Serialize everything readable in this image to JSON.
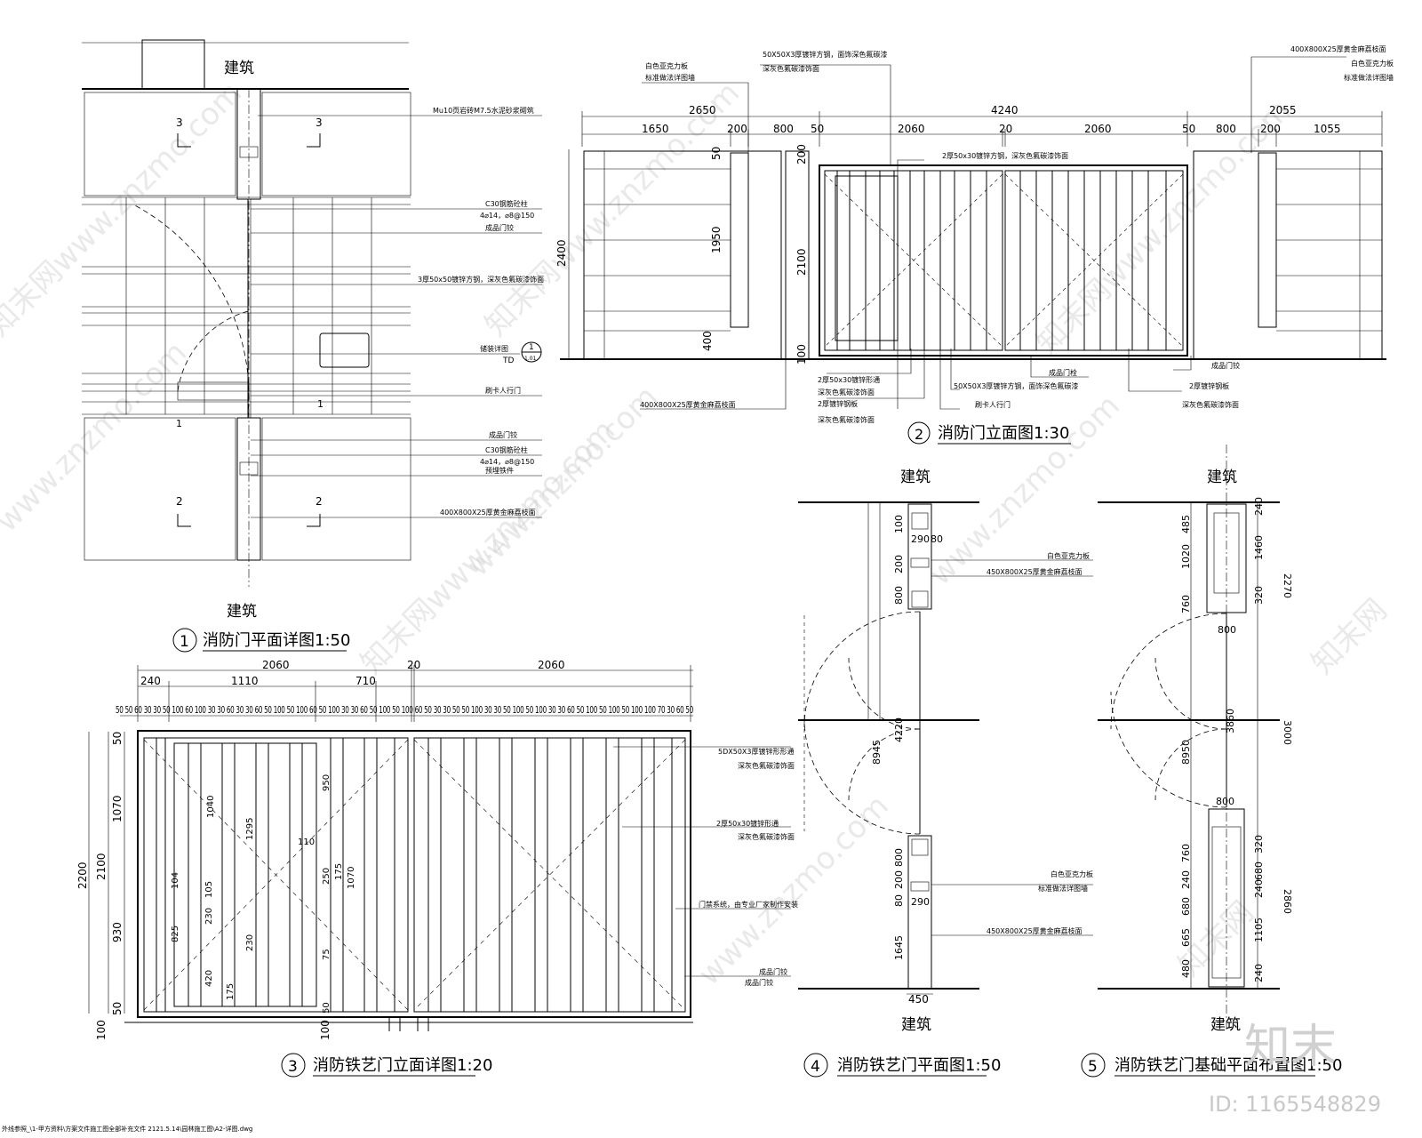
{
  "watermarks": [
    "知末网www.znzmo.com",
    "www.znzmo.com",
    "知末网www.znzmo.com",
    "www.znzmo.com",
    "知末网www.znzmo.com",
    "www.znzmo.com",
    "知末网www.znzmo.com",
    "www.znzmo.com",
    "知末网",
    "知末网"
  ],
  "brand": {
    "logo": "知末",
    "id": "ID: 1165548829"
  },
  "file_path": "外线参照_\\1-甲方资料\\方案文件施工图全部补充文件 2121.5.14\\园林施工图\\A2-详图.dwg",
  "drawing1": {
    "title": "消防门平面详图1:50",
    "num": "1",
    "label_top": "建筑",
    "label_bottom": "建筑",
    "notes": [
      "Mu10页岩砖M7.5水泥砂浆砌筑",
      "C30钢筋砼柱",
      "4⌀14，⌀8@150",
      "成品门铰",
      "3厚50x50镀锌方钢，深灰色氟碳漆饰面",
      "储装详图",
      "刷卡人行门",
      "成品门铰",
      "C30钢筋砼柱",
      "4⌀14，⌀8@150",
      "预埋铁件",
      "400X800X25厚黄金麻荔枝面"
    ],
    "sec": [
      "3",
      "3",
      "2",
      "2",
      "1",
      "1"
    ],
    "td": "TD",
    "td_ref": "1",
    "td_sheet": "1.01"
  },
  "drawing2": {
    "title": "消防门立面图1:30",
    "num": "2",
    "dims_top": [
      "2650",
      "4240",
      "2055"
    ],
    "dims_mid": [
      "1650",
      "200",
      "800",
      "50",
      "2060",
      "20",
      "2060",
      "50",
      "800",
      "200",
      "1055"
    ],
    "dims_left": [
      "2400",
      "400"
    ],
    "dims_inner": [
      "50",
      "1950",
      "200",
      "2100",
      "100"
    ],
    "notes_top": [
      "白色亚克力板",
      "标准做法详图墙",
      "50X50X3厚镀锌方钢，面饰深色氟碳漆",
      "深灰色氟碳漆饰面",
      "400X800X25厚黄金麻荔枝面",
      "白色亚克力板",
      "标准做法详图墙"
    ],
    "notes_mid": "2厚50x30镀锌方钢，深灰色氟碳漆饰面",
    "notes_bottom": [
      "2厚50x30镀锌形通",
      "深灰色氟碳漆饰面",
      "2厚镀锌钢板",
      "深灰色氟碳漆饰面",
      "400X800X25厚黄金麻荔枝面",
      "50X50X3厚镀锌方钢，面饰深色氟碳漆",
      "刷卡人行门",
      "成品门栓",
      "成品门铰",
      "2厚镀锌钢板",
      "深灰色氟碳漆饰面"
    ]
  },
  "drawing3": {
    "title": "消防铁艺门立面详图1:20",
    "num": "3",
    "dims_top1": [
      "2060",
      "20",
      "2060"
    ],
    "dims_top2": [
      "240",
      "1110",
      "710"
    ],
    "dims_row3": "50 50 60 30 30 50 100 60 100 30 30 60 30 30 60 50 100 50 100 60 50 100 30 30 60 50 100 50 100 60 50 30 30 50 50 100 30 30 50 100 50 100 30 30 60 50 100 50 100 50 100 100 70 30 60 50",
    "dims_left": [
      "2200",
      "2100",
      "1070",
      "930",
      "100",
      "100",
      "50",
      "50"
    ],
    "dims_inner": [
      "1040",
      "1295",
      "950",
      "110",
      "250",
      "175",
      "1070",
      "825",
      "104",
      "230",
      "105",
      "230",
      "420",
      "175",
      "75",
      "50"
    ],
    "notes": [
      "5DX50X3厚镀锌形形通",
      "深灰色氟碳漆饰面",
      "2厚50x30镀锌形通",
      "深灰色氟碳漆饰面",
      "门禁系统，由专业厂家制作安装",
      "成品门铰"
    ]
  },
  "drawing4": {
    "title": "消防铁艺门平面图1:50",
    "num": "4",
    "label_top": "建筑",
    "label_bottom": "建筑",
    "dims": [
      "100",
      "80",
      "290",
      "200",
      "800",
      "4220",
      "8945",
      "800",
      "200",
      "80",
      "290",
      "1645",
      "450"
    ],
    "notes": [
      "白色亚克力板",
      "450X800X25厚黄金麻荔枝面",
      "白色亚克力板",
      "标准做法详图墙",
      "450X800X25厚黄金麻荔枝面",
      "成品门铰"
    ]
  },
  "drawing5": {
    "title": "消防铁艺门基础平面布置图1:50",
    "num": "5",
    "label_top": "建筑",
    "label_bottom": "建筑",
    "dims": [
      "485",
      "1020",
      "760",
      "240",
      "1460",
      "320",
      "800",
      "3860",
      "8950",
      "800",
      "760",
      "240",
      "680",
      "665",
      "480",
      "320",
      "680",
      "240",
      "1105",
      "240",
      "2270",
      "3000",
      "2860"
    ]
  }
}
